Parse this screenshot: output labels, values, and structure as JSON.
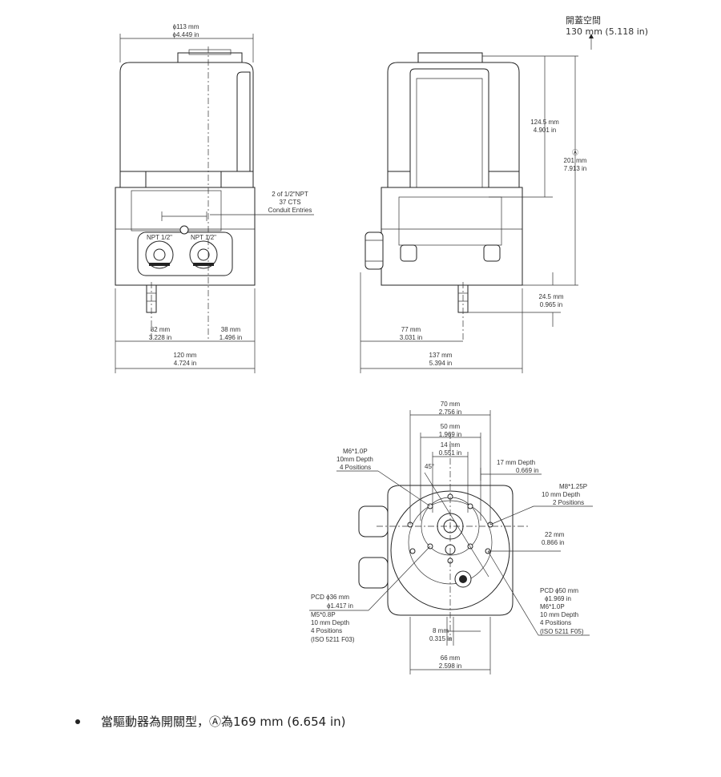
{
  "front": {
    "top_dia_mm": "ϕ113 mm",
    "top_dia_in": "ϕ4.449 in",
    "conduit_1": "2 of 1/2″NPT",
    "conduit_2": "37 CTS",
    "conduit_3": "Conduit Entries",
    "dim_82_mm": "82 mm",
    "dim_82_in": "3.228 in",
    "dim_38_mm": "38 mm",
    "dim_38_in": "1.496 in",
    "dim_120_mm": "120 mm",
    "dim_120_in": "4.724 in",
    "plug_label": "NPT 1/2\""
  },
  "side": {
    "clearance_title": "開蓋空間",
    "clearance_value": "130 mm (5.118 in)",
    "dim_124_mm": "124.5 mm",
    "dim_124_in": "4.901 in",
    "ref_a": "Ⓐ",
    "dim_201_mm": "201 mm",
    "dim_201_in": "7.913 in",
    "dim_24_mm": "24.5 mm",
    "dim_24_in": "0.965 in",
    "dim_77_mm": "77 mm",
    "dim_77_in": "3.031 in",
    "dim_137_mm": "137 mm",
    "dim_137_in": "5.394 in"
  },
  "bottom": {
    "dim_70_mm": "70 mm",
    "dim_70_in": "2.756 in",
    "dim_50_mm": "50 mm",
    "dim_50_in": "1.969 in",
    "dim_14_mm": "14 mm",
    "dim_14_in": "0.551 in",
    "angle": "45°",
    "m6_top_1": "M6*1.0P",
    "m6_top_2": "10mm Depth",
    "m6_top_3": "4 Positions",
    "dim_17_mm": "17 mm Depth",
    "dim_17_in": "0.669 in",
    "m8_1": "M8*1.25P",
    "m8_2": "10 mm Depth",
    "m8_3": "2 Positions",
    "dim_22_mm": "22 mm",
    "dim_22_in": "0.866 in",
    "pcd36_1": "PCD ϕ36 mm",
    "pcd36_2": "ϕ1.417 in",
    "pcd36_3": "M5*0.8P",
    "pcd36_4": "10 mm Depth",
    "pcd36_5": "4 Positions",
    "pcd36_6": "(ISO 5211 F03)",
    "pcd50_1": "PCD ϕ50 mm",
    "pcd50_2": "ϕ1.969 in",
    "pcd50_3": "M6*1.0P",
    "pcd50_4": "10 mm Depth",
    "pcd50_5": "4 Positions",
    "pcd50_6": "(ISO 5211 F05)",
    "dim_8_mm": "8 mm",
    "dim_8_in": "0.315 in",
    "dim_66_mm": "66 mm",
    "dim_66_in": "2.598 in"
  },
  "note": "當驅動器為開關型，Ⓐ為169 mm (6.654 in)"
}
